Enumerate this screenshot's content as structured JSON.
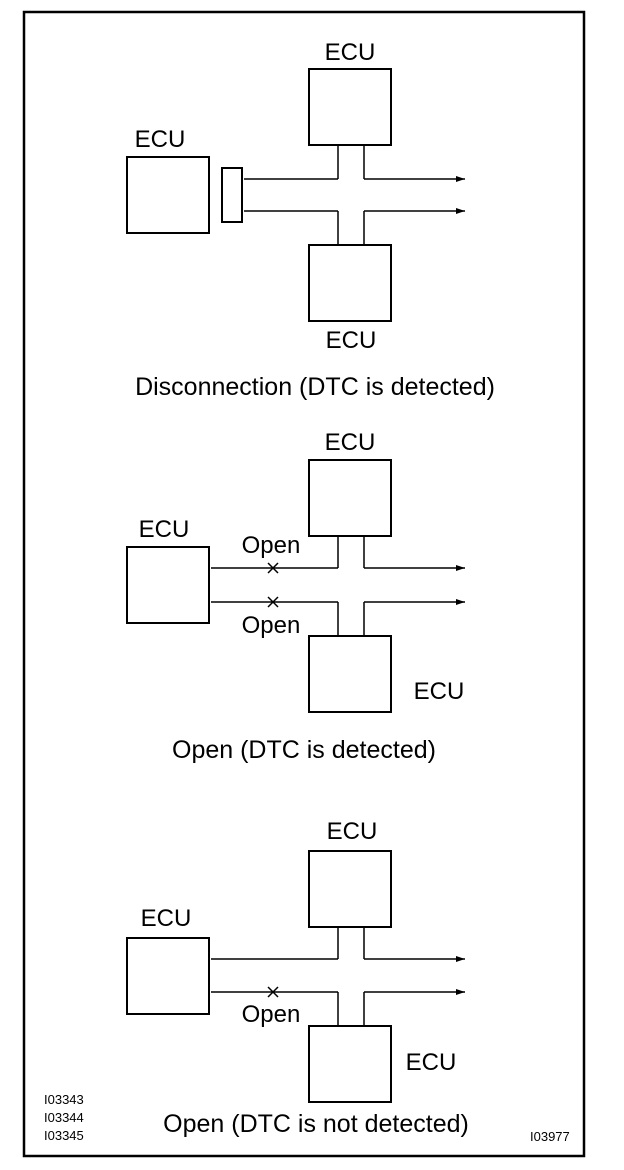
{
  "frame_codes": {
    "left": [
      "I03343",
      "I03344",
      "I03345"
    ],
    "right": "I03977"
  },
  "panels": [
    {
      "caption": "Disconnection (DTC is detected)",
      "top_ecu": "ECU",
      "left_ecu": "ECU",
      "bottom_ecu": "ECU"
    },
    {
      "caption": "Open (DTC is detected)",
      "top_ecu": "ECU",
      "left_ecu": "ECU",
      "bottom_ecu": "ECU",
      "open_upper": "Open",
      "open_lower": "Open"
    },
    {
      "caption": "Open (DTC is not detected)",
      "top_ecu": "ECU",
      "left_ecu": "ECU",
      "bottom_ecu": "ECU",
      "open_lower": "Open"
    }
  ]
}
